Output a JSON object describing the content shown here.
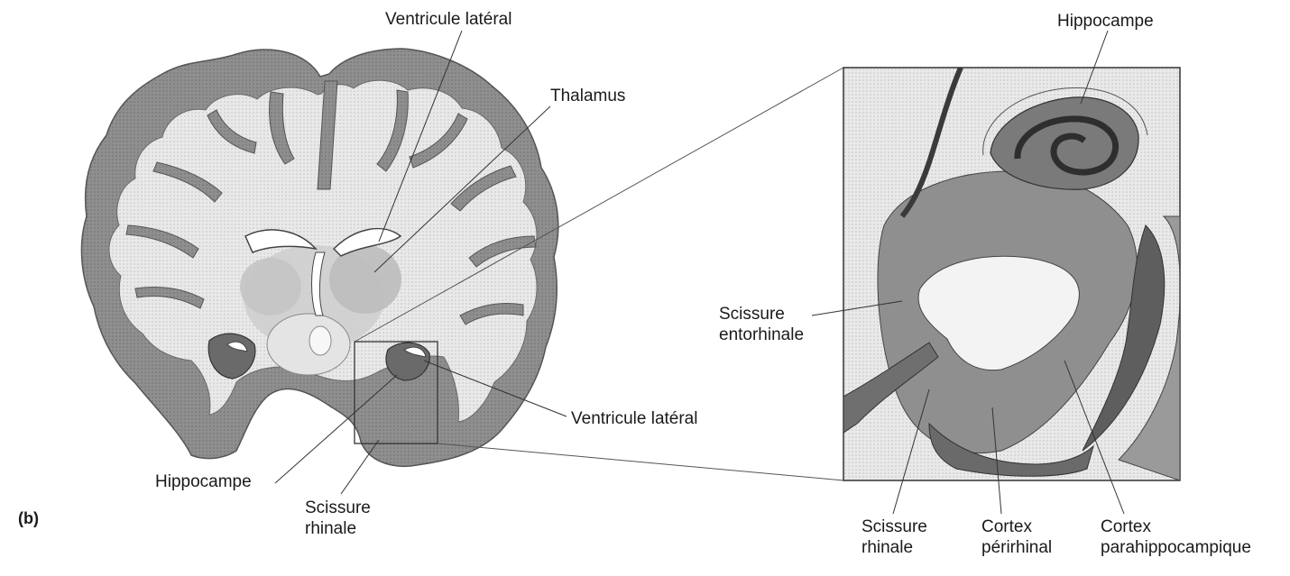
{
  "panel_label": "(b)",
  "labels": {
    "ventricule_lateral_top": "Ventricule latéral",
    "thalamus": "Thalamus",
    "ventricule_lateral_bottom": "Ventricule latéral",
    "hippocampe_left": "Hippocampe",
    "scissure_rhinale_left": [
      "Scissure",
      "rhinale"
    ],
    "hippocampe_right": "Hippocampe",
    "scissure_entorhinale": [
      "Scissure",
      "entorhinale"
    ],
    "scissure_rhinale_right": [
      "Scissure",
      "rhinale"
    ],
    "cortex_perirhinal": [
      "Cortex",
      "périrhinal"
    ],
    "cortex_parahippocampique": [
      "Cortex",
      "parahippocampique"
    ]
  },
  "colors": {
    "background": "#ffffff",
    "grey_matter": "#8c8c8c",
    "white_matter": "#ececec",
    "dark_structure": "#555555",
    "deep_nuclei": "#c8c8c8",
    "ventricle": "#ffffff",
    "leader_line": "#333333"
  }
}
